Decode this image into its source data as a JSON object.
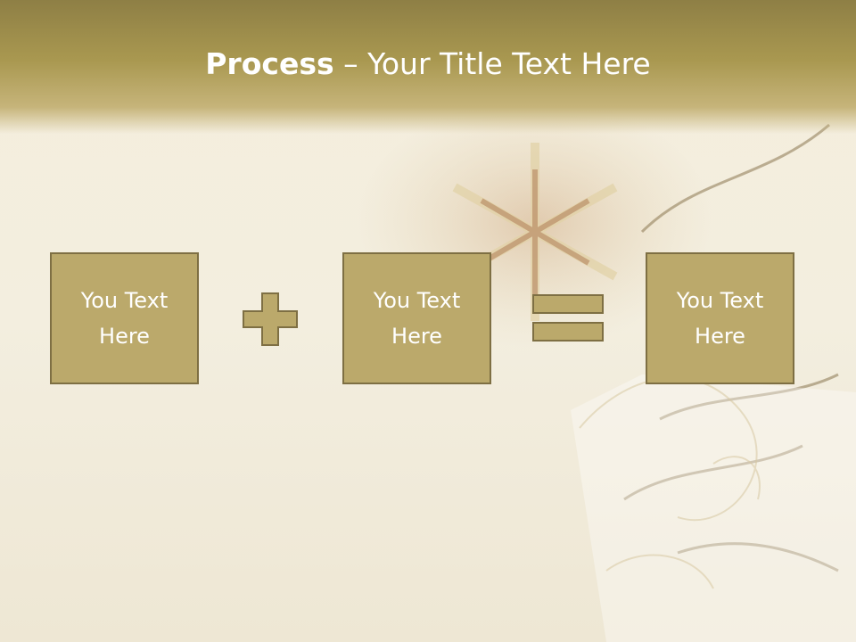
{
  "slide": {
    "title_bold": "Process",
    "title_rest": " – Your Title Text Here",
    "boxes": [
      {
        "label": "You Text Here"
      },
      {
        "label": "You Text Here"
      },
      {
        "label": "You Text Here"
      }
    ],
    "operators": [
      {
        "icon": "plus-icon"
      },
      {
        "icon": "equals-icon"
      }
    ]
  },
  "colors": {
    "title_bar": "#a99850",
    "box_fill": "#bba96b",
    "box_border": "#7e6f43",
    "background": "#f4eddc"
  }
}
